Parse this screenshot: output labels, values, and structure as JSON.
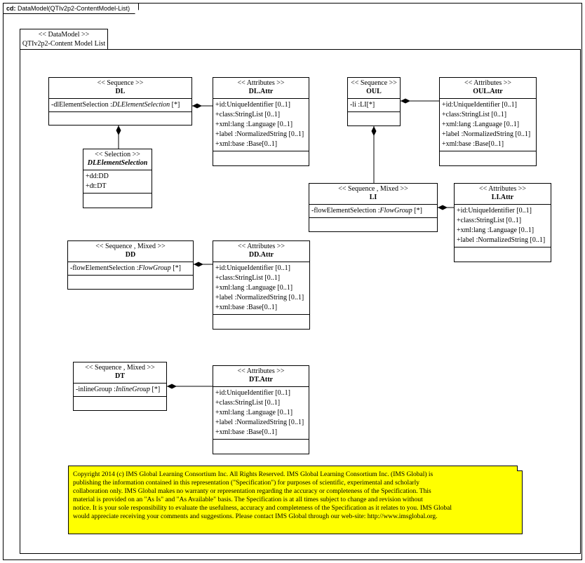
{
  "frame": {
    "kind": "cd:",
    "title": "DataModel(QTIv2p2-ContentModel-List)"
  },
  "package": {
    "stereotype": "<< DataModel >>",
    "name": "QTIv2p2-Content Model List"
  },
  "classes": {
    "dl": {
      "stereotype": "<< Sequence >>",
      "name": "DL",
      "attrs": [
        {
          "prefix": "-dlElementSelection   :",
          "type": "DLElementSelection",
          "suffix": " [*]"
        }
      ]
    },
    "dl_attr": {
      "stereotype": "<< Attributes >>",
      "name": "DL.Attr",
      "attrs": [
        "+id:UniqueIdentifier   [0..1]",
        "+class:StringList  [0..1]",
        "+xml:lang  :Language  [0..1]",
        "+label :NormalizedString  [0..1]",
        "+xml:base :Base[0..1]"
      ]
    },
    "dl_selection": {
      "stereotype": "<< Selection >>",
      "name": "DLElementSelection",
      "attrs": [
        "+dd:DD",
        "+dt:DT"
      ]
    },
    "oul": {
      "stereotype": "<< Sequence >>",
      "name": "OUL",
      "attrs": [
        "-li :LI[*]"
      ]
    },
    "oul_attr": {
      "stereotype": "<< Attributes >>",
      "name": "OUL.Attr",
      "attrs": [
        "+id:UniqueIdentifier   [0..1]",
        "+class:StringList  [0..1]",
        "+xml:lang  :Language  [0..1]",
        "+label :NormalizedString  [0..1]",
        "+xml:base :Base[0..1]"
      ]
    },
    "li": {
      "stereotype": "<< Sequence , Mixed >>",
      "name": "LI",
      "attrs": [
        {
          "prefix": "-flowElementSelection    :",
          "type": "FlowGroup",
          "suffix": " [*]"
        }
      ]
    },
    "li_attr": {
      "stereotype": "<< Attributes >>",
      "name": "LI.Attr",
      "attrs": [
        "+id:UniqueIdentifier   [0..1]",
        "+class:StringList  [0..1]",
        "+xml:lang  :Language  [0..1]",
        "+label :NormalizedString   [0..1]"
      ]
    },
    "dd": {
      "stereotype": "<< Sequence , Mixed >>",
      "name": "DD",
      "attrs": [
        {
          "prefix": "-flowElementSelection    :",
          "type": "FlowGroup",
          "suffix": " [*]"
        }
      ]
    },
    "dd_attr": {
      "stereotype": "<< Attributes >>",
      "name": "DD.Attr",
      "attrs": [
        "+id:UniqueIdentifier   [0..1]",
        "+class:StringList  [0..1]",
        "+xml:lang  :Language  [0..1]",
        "+label :NormalizedString   [0..1]",
        "+xml:base :Base[0..1]"
      ]
    },
    "dt": {
      "stereotype": "<< Sequence , Mixed >>",
      "name": "DT",
      "attrs": [
        {
          "prefix": "-inlineGroup   :",
          "type": "InlineGroup",
          "suffix": " [*]"
        }
      ]
    },
    "dt_attr": {
      "stereotype": "<< Attributes >>",
      "name": "DT.Attr",
      "attrs": [
        "+id:UniqueIdentifier   [0..1]",
        "+class:StringList  [0..1]",
        "+xml:lang  :Language  [0..1]",
        "+label :NormalizedString  [0..1]",
        "+xml:base :Base[0..1]"
      ]
    }
  },
  "note": {
    "lines": [
      "Copyright  2014 (c) IMS Global Learning Consortium Inc.  All Rights Reserved.  IMS Global Learning Consortium Inc. (IMS Global) is",
      "publishing the information contained in this representation (\"Specification\") for purposes of scientific, experimental and scholarly",
      "collaboration only.  IMS Global makes no warranty or representation regarding the accuracy or completeness of the Specification.  This",
      "material is provided on an \"As Is\" and \"As Available\" basis.  The Specification is at all times subject to change and revision without",
      "notice.  It is your sole responsibility to evaluate the usefulness, accuracy and completeness of the Specification as it relates to you.  IMS Global",
      "would appreciate receiving your comments and suggestions.  Please contact IMS Global through our web-site: http://www.imsglobal.org."
    ],
    "color": "#ffff00"
  }
}
